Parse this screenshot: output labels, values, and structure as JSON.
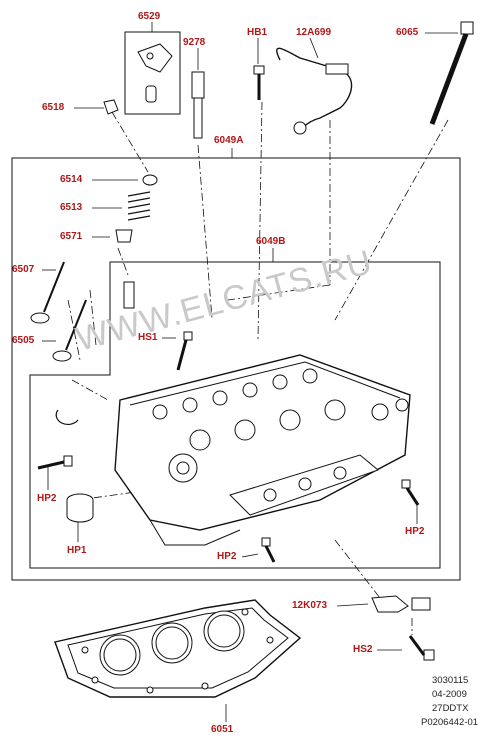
{
  "part_labels": {
    "p6529": "6529",
    "p9278": "9278",
    "pHB1": "HB1",
    "p12A699": "12A699",
    "p6065": "6065",
    "p6518": "6518",
    "p6049A": "6049A",
    "p6514": "6514",
    "p6513": "6513",
    "p6571": "6571",
    "p6049B": "6049B",
    "p6507": "6507",
    "pHS1": "HS1",
    "p6505": "6505",
    "pHP2_left": "HP2",
    "pHP1": "HP1",
    "pHP2_right": "HP2",
    "pHP2_bottom": "HP2",
    "p12K073": "12K073",
    "pHS2": "HS2",
    "p6051": "6051"
  },
  "reference": {
    "line1": "3030115",
    "line2": "04-2009",
    "line3": "27DDTX",
    "line4": "P0206442-01"
  },
  "watermark": "WWW.ELCATS.RU",
  "colors": {
    "label": "#b01818",
    "line": "#111111",
    "watermark": "#c9c9c9"
  }
}
